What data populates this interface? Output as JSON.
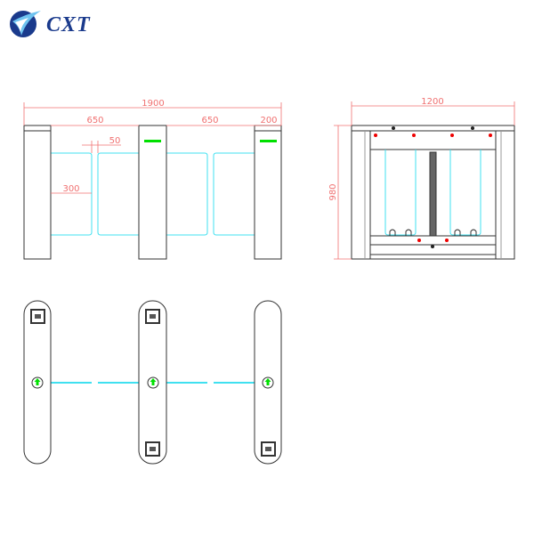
{
  "logo": {
    "brand": "CXT",
    "color": "#1a3a8c"
  },
  "front_view": {
    "overall_width": "1900",
    "lane_width_left": "650",
    "lane_width_right": "650",
    "pillar_width": "200",
    "gate_gap": "50",
    "panel_width": "300"
  },
  "side_view": {
    "length": "1200",
    "height": "980"
  },
  "colors": {
    "dimension": "#f07070",
    "glass": "#40e0f0",
    "indicator": "#00e000",
    "outline": "#333333"
  }
}
